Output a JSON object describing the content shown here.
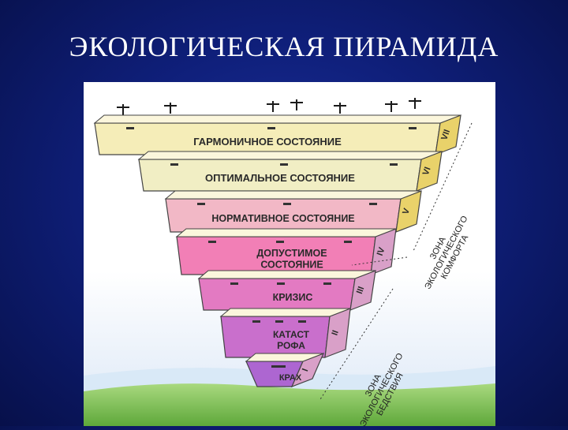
{
  "slide": {
    "title": "ЭКОЛОГИЧЕСКАЯ ПИРАМИДА"
  },
  "pyramid": {
    "levels": [
      {
        "numeral": "VII",
        "label_lines": [
          "ГАРМОНИЧНОЕ СОСТОЯНИЕ"
        ],
        "color": "#f5edb8"
      },
      {
        "numeral": "VI",
        "label_lines": [
          "ОПТИМАЛЬНОЕ СОСТОЯНИЕ"
        ],
        "color": "#f1eec4"
      },
      {
        "numeral": "V",
        "label_lines": [
          "НОРМАТИВНОЕ СОСТОЯНИЕ"
        ],
        "color": "#f2b8c6"
      },
      {
        "numeral": "IV",
        "label_lines": [
          "ДОПУСТИМОЕ",
          "СОСТОЯНИЕ"
        ],
        "color": "#f27fb6"
      },
      {
        "numeral": "III",
        "label_lines": [
          "КРИЗИС"
        ],
        "color": "#e37ac2"
      },
      {
        "numeral": "II",
        "label_lines": [
          "КАТАСТ",
          "РОФА"
        ],
        "color": "#c96fcc"
      },
      {
        "numeral": "I",
        "label_lines": [
          "КРАХ"
        ],
        "color": "#ad66d1"
      }
    ],
    "zones": [
      {
        "lines": [
          "ЗОНА",
          "ЭКОЛОГИЧЕСКОГО",
          "КОМФОРТА"
        ]
      },
      {
        "lines": [
          "ЗОНА",
          "ЭКОЛОГИЧЕСКОГО",
          "БЕДСТВИЯ"
        ]
      }
    ]
  }
}
